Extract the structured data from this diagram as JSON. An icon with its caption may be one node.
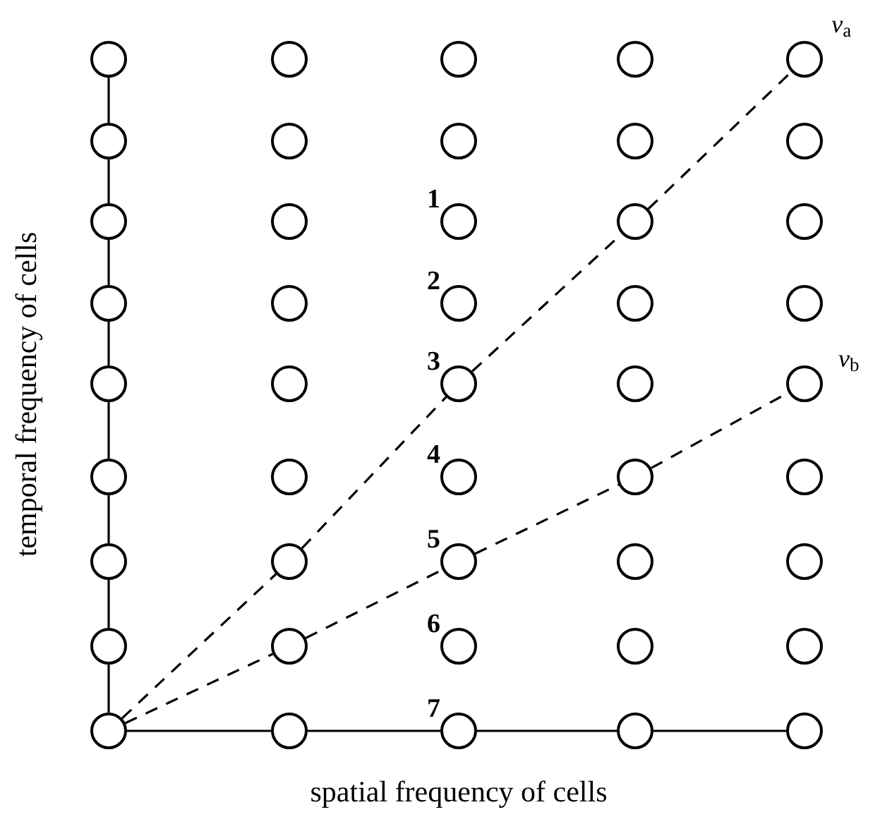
{
  "diagram": {
    "nodes": [
      {
        "text": [],
        "shape": "circle"
      },
      {
        "text": [],
        "shape": "circle"
      },
      {
        "text": [],
        "shape": "circle"
      },
      {
        "text": [],
        "shape": "circle"
      },
      {
        "text": [],
        "shape": "circle"
      },
      {
        "text": [],
        "shape": "circle"
      },
      {
        "text": [],
        "shape": "circle"
      },
      {
        "text": [],
        "shape": "circle"
      },
      {
        "text": [],
        "shape": "circle"
      },
      {
        "text": [],
        "shape": "circle"
      },
      {
        "text": [],
        "shape": "circle"
      },
      {
        "text": [],
        "shape": "circle"
      },
      {
        "text": [],
        "shape": "circle",
        "beside": [
          "1"
        ]
      },
      {
        "text": [],
        "shape": "circle"
      },
      {
        "text": [],
        "shape": "circle"
      },
      {
        "text": [],
        "shape": "circle"
      },
      {
        "text": [],
        "shape": "circle"
      },
      {
        "text": [],
        "shape": "circle",
        "beside": [
          "2"
        ]
      },
      {
        "text": [],
        "shape": "circle"
      },
      {
        "text": [],
        "shape": "circle"
      },
      {
        "text": [],
        "shape": "circle"
      },
      {
        "text": [],
        "shape": "circle"
      },
      {
        "text": [],
        "shape": "circle",
        "beside": [
          "3"
        ]
      },
      {
        "text": [],
        "shape": "circle"
      },
      {
        "text": [],
        "shape": "circle"
      },
      {
        "text": [],
        "shape": "circle"
      },
      {
        "text": [],
        "shape": "circle"
      },
      {
        "text": [],
        "shape": "circle",
        "beside": [
          "4"
        ]
      },
      {
        "text": [],
        "shape": "circle"
      },
      {
        "text": [],
        "shape": "circle"
      },
      {
        "text": [],
        "shape": "circle"
      },
      {
        "text": [],
        "shape": "circle"
      },
      {
        "text": [],
        "shape": "circle",
        "beside": [
          "5"
        ]
      },
      {
        "text": [],
        "shape": "circle"
      },
      {
        "text": [],
        "shape": "circle"
      },
      {
        "text": [],
        "shape": "circle"
      },
      {
        "text": [],
        "shape": "circle"
      },
      {
        "text": [],
        "shape": "circle",
        "beside": [
          "6"
        ]
      },
      {
        "text": [],
        "shape": "circle"
      },
      {
        "text": [],
        "shape": "circle"
      },
      {
        "text": [],
        "shape": "circle"
      },
      {
        "text": [],
        "shape": "circle"
      },
      {
        "text": [],
        "shape": "circle",
        "beside": [
          "7"
        ]
      },
      {
        "text": [],
        "shape": "circle"
      },
      {
        "text": [],
        "shape": "circle"
      }
    ],
    "edges": [
      {
        "from": 40,
        "to": 35,
        "arrow": "none"
      },
      {
        "from": 35,
        "to": 30,
        "arrow": "none"
      },
      {
        "from": 30,
        "to": 25,
        "arrow": "none"
      },
      {
        "from": 25,
        "to": 20,
        "arrow": "none"
      },
      {
        "from": 20,
        "to": 15,
        "arrow": "none"
      },
      {
        "from": 15,
        "to": 10,
        "arrow": "none"
      },
      {
        "from": 10,
        "to": 5,
        "arrow": "none"
      },
      {
        "from": 5,
        "to": 0,
        "arrow": "none"
      },
      {
        "from": 40,
        "to": 41,
        "arrow": "none"
      },
      {
        "from": 41,
        "to": 42,
        "arrow": "none"
      },
      {
        "from": 42,
        "to": 43,
        "arrow": "none"
      },
      {
        "from": 43,
        "to": 44,
        "arrow": "none"
      },
      {
        "from": 40,
        "to": 31,
        "arrow": "none",
        "style": "dashed"
      },
      {
        "from": 31,
        "to": 22,
        "arrow": "none",
        "style": "dashed"
      },
      {
        "from": 22,
        "to": 13,
        "arrow": "none",
        "style": "dashed"
      },
      {
        "from": 13,
        "to": 4,
        "arrow": "none",
        "style": "dashed",
        "label": "*v*$_{a}$"
      },
      {
        "from": 40,
        "to": 36,
        "arrow": "none",
        "style": "dashed"
      },
      {
        "from": 36,
        "to": 32,
        "arrow": "none",
        "style": "dashed"
      },
      {
        "from": 32,
        "to": 28,
        "arrow": "none",
        "style": "dashed"
      },
      {
        "from": 28,
        "to": 24,
        "arrow": "none",
        "style": "dashed",
        "label": "*v*$_{b}$"
      }
    ],
    "labels": [
      "temporal frequency of cells",
      "spatial frequency of cells"
    ]
  }
}
